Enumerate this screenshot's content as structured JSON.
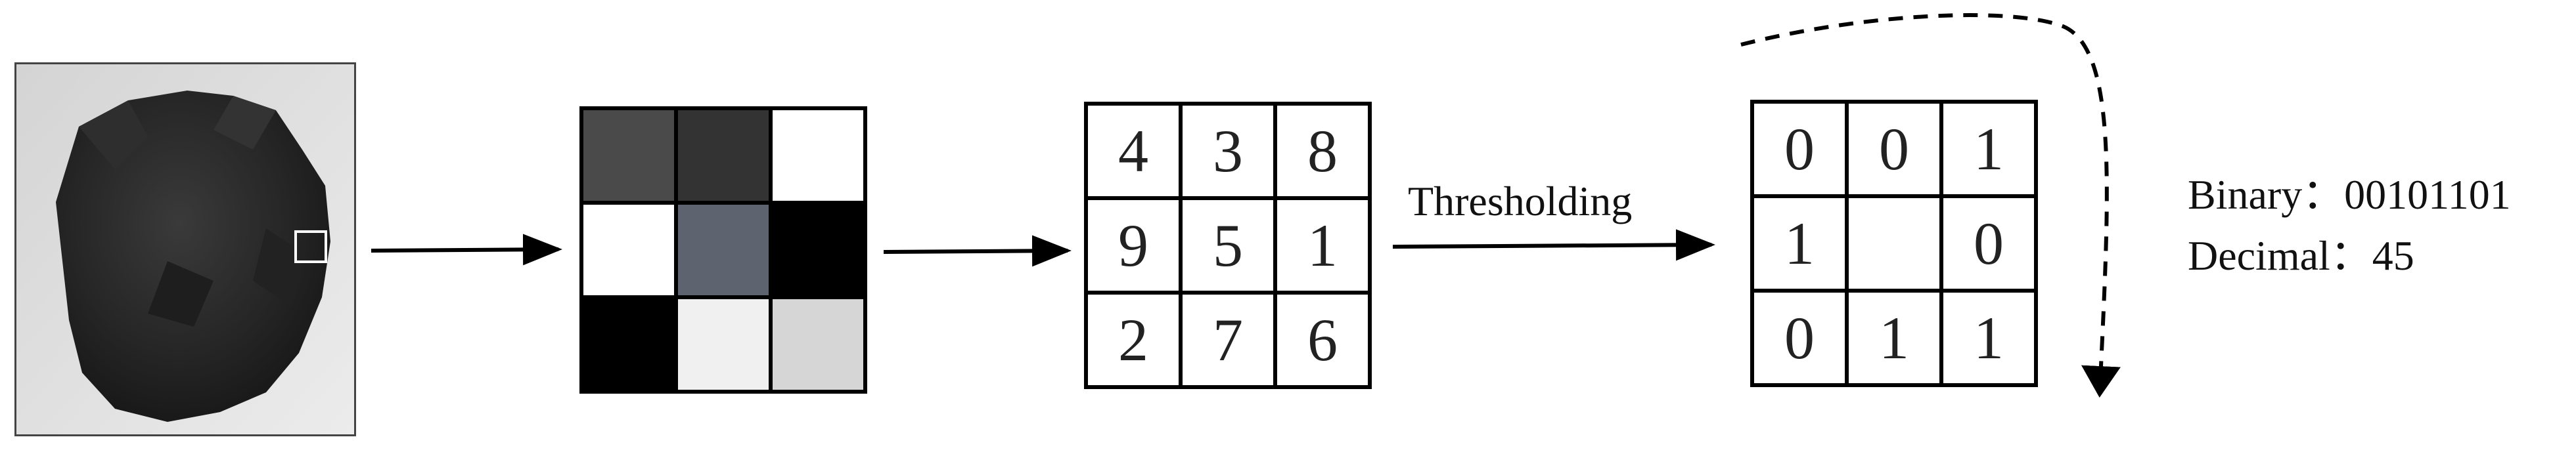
{
  "gray_cells": [
    {
      "color": "#4a4a4a"
    },
    {
      "color": "#333333"
    },
    {
      "color": "#ffffff"
    },
    {
      "color": "#ffffff"
    },
    {
      "color": "#5d6470"
    },
    {
      "color": "#000000"
    },
    {
      "color": "#000000"
    },
    {
      "color": "#f0f0f0"
    },
    {
      "color": "#d6d6d6"
    }
  ],
  "value_cells": [
    "4",
    "3",
    "8",
    "9",
    "5",
    "1",
    "2",
    "7",
    "6"
  ],
  "binary_cells": [
    "0",
    "0",
    "1",
    "1",
    "",
    "0",
    "0",
    "1",
    "1"
  ],
  "threshold_label": "Thresholding",
  "binary_text": "Binary：00101101",
  "decimal_text": "Decimal：45"
}
